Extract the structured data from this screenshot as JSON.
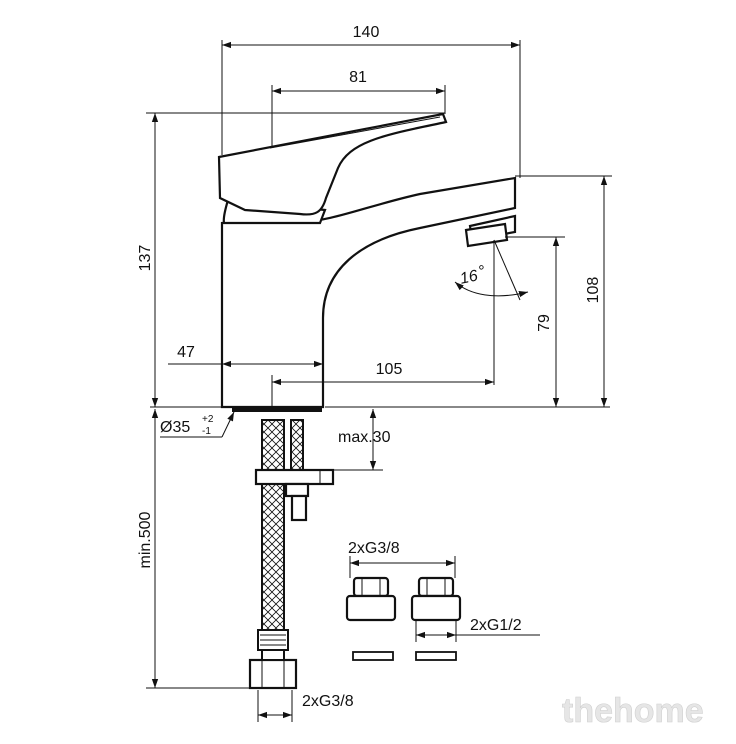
{
  "dimensions": {
    "total_width": "140",
    "handle_width": "81",
    "total_height": "137",
    "spout_height": "108",
    "outlet_height": "79",
    "base_offset": "47",
    "reach": "105",
    "spray_angle_value": "16",
    "spray_angle_unit": "°",
    "base_diameter_value": "Ø35",
    "base_tolerance_upper": "+2",
    "base_tolerance_lower": "-1",
    "max_thickness": "max.30",
    "hose_length": "min.500",
    "connector_thread_bottom": "2xG3/8",
    "adapter_thread_top": "2xG3/8",
    "adapter_thread_side": "2xG1/2"
  },
  "watermark": "thehome"
}
